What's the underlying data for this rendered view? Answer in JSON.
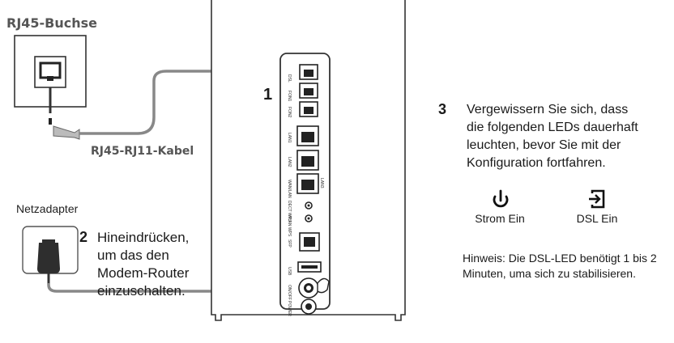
{
  "wall_socket": {
    "label": "RJ45-Buchse"
  },
  "cable": {
    "label": "RJ45-RJ11-Kabel"
  },
  "power_adapter": {
    "label": "Netzadapter"
  },
  "step1": {
    "number": "1"
  },
  "step2": {
    "number": "2",
    "text": "Hineindrücken,\num das den\nModem-Router\neinzuschalten."
  },
  "step3": {
    "number": "3",
    "text": "Vergewissern Sie sich, dass\ndie folgenden LEDs dauerhaft\nleuchten, bevor Sie mit der\nKonfiguration fortfahren."
  },
  "leds": [
    {
      "icon": "power-icon",
      "label": "Strom Ein"
    },
    {
      "icon": "dsl-icon",
      "label": "DSL Ein"
    }
  ],
  "note": {
    "text": "Hinweis: Die DSL-LED benötigt 1 bis 2\nMinuten, uma sich zu stabilisieren."
  },
  "router_ports": [
    "DSL",
    "FON1",
    "FON2",
    "LAN1",
    "LAN2",
    "WAN/LAN4",
    "LAN3",
    "DECT WPS",
    "WLAN WPS",
    "SFP",
    "USB",
    "ON/OFF",
    "POWER"
  ]
}
